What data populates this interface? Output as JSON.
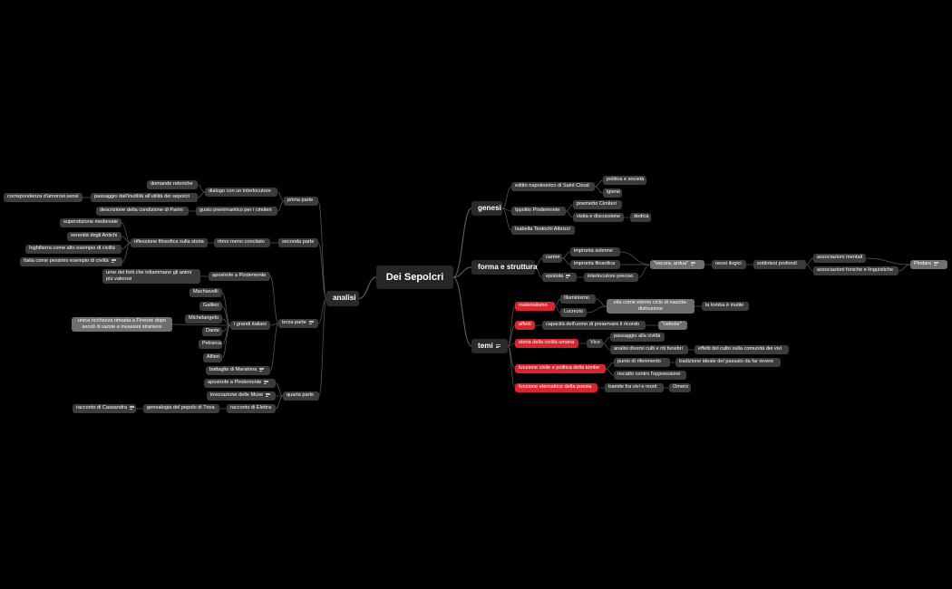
{
  "map": {
    "root": "Dei Sepolcri",
    "branches": {
      "analisi": "analisi",
      "genesi": "genesi",
      "forma": "forma e struttura",
      "temi": "temi"
    },
    "analisi": {
      "prima_parte": "prima parte",
      "seconda_parte": "seconda parte",
      "terza_parte": "terza parte",
      "quarta_parte": "quarta parte",
      "dialogo": "dialogo con un interlocutore",
      "domande": "domande retoriche",
      "passaggio": "passaggio dall'inutilità all'utilità dei sepolcri",
      "corrispondenza": "corrispondenza d'amorosi sensi",
      "gusto": "gusto preromantico per i cimiteri",
      "descrizione": "descrizione della condizione di Parini",
      "ritmo": "ritmo meno concitato",
      "riflessione": "riflessione filosofica sulla storia",
      "superstizione": "superstizione medievale",
      "serenita": "serenità degli Antichi",
      "inghilterra": "Inghilterra come alto esempio di civiltà",
      "italia": "Italia come pessimo esempio di civiltà",
      "apostrofe": "apostrofe a Pindemonte",
      "urne": "urne dei forti che infiammano gli animi più valorosi",
      "grandi": "i grandi italiani",
      "unica": "unica ricchezza rimasta a Firenze dopo secoli di razzie e invasioni straniere",
      "machiavelli": "Machiavelli",
      "galileo": "Galileo",
      "michelangelo": "Michelangelo",
      "dante": "Dante",
      "petrarca": "Petrarca",
      "alfieri": "Alfieri",
      "battaglia": "battaglia di Maratona",
      "apostrofe2": "apostrofe a Pindemonte",
      "invocazione": "invocazione delle Muse",
      "racconto_elettra": "racconto di Elettra",
      "genealogia": "genealogia del popolo di Troia",
      "racconto_cassandra": "racconto di Cassandra"
    },
    "genesi": {
      "editto": "editto napoleonico di Saint Cloud",
      "politica": "politica e società",
      "igiene": "igiene",
      "ippolito": "Ippolito Pindemonte",
      "poemetto": "poemetto Cimiteri",
      "visita": "visita e discussione",
      "dedica": "dedica",
      "isabella": "Isabella Teotochi Albrizzi"
    },
    "forma": {
      "carme": "carme",
      "impronta_solenne": "impronta solenne",
      "impronta_filosofica": "impronta filosofica",
      "epistola": "epistola",
      "interlocutore": "interlocutore preciso",
      "oscura": "\"oscura, ardua\"",
      "nessi": "nessi ilogici",
      "sottintesi": "sottintesi profondi",
      "associazioni_mentali": "associazioni mentali",
      "associazioni_foniche": "associazioni foniche e linguistiche",
      "pindaro": "Pindaro"
    },
    "temi": {
      "materialismo": "materialismo",
      "illuminismo": "Illuminismo",
      "lucrezio": "Lucrezio",
      "vita": "vita come eterno ciclo di nascita-distruzione",
      "tomba": "la tomba è inutile",
      "affetti": "affetti",
      "capacita": "capacità dell'uomo di preservare il ricordo",
      "celeste": "\"celeste\"",
      "storia": "storia della civiltà umana",
      "vico": "Vico",
      "passaggio_civilta": "passaggio alla civiltà",
      "analisi_culti": "analisi diversi culti e riti funebri",
      "effetti": "effetti del culto sulla comunità dei vivi",
      "funzione_civile": "funzione civile e politica della tombe",
      "punto": "punto di riferimento",
      "tradizione": "tradizione ideale del passato da far revere",
      "riscatto": "riscatto contro l'oppressione",
      "funzione_eternatrice": "funzione eternatrice della poesia",
      "tramite": "tramite fra vivi e morti",
      "omero": "Omero"
    }
  },
  "colors": {
    "background": "#000000",
    "node": "#3c3c3c",
    "node_light": "#6f6f6f",
    "node_red": "#d8262f",
    "connector": "#5a5a5a",
    "text": "#ffffff"
  }
}
